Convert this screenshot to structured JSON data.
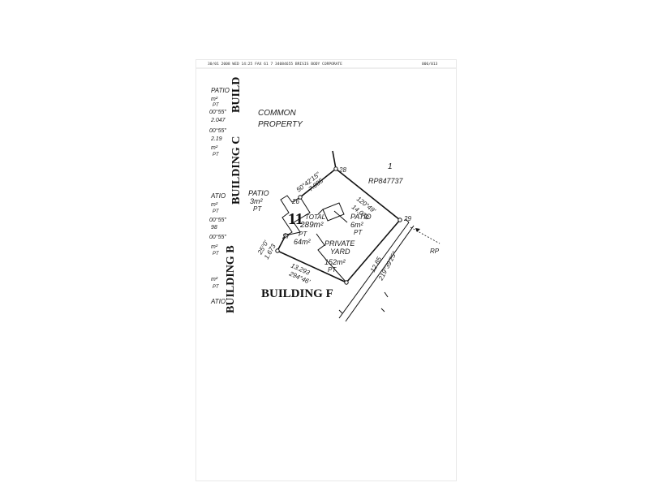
{
  "fax_header": {
    "left": "30/01 2008 WED 14:25  FAX 61 7 34084655 BRISIS BODY CORPORATE",
    "right": "006/013"
  },
  "labels": {
    "common_property": [
      "COMMON",
      "PROPERTY"
    ],
    "building_f": "BUILDING F",
    "building_c": "BUILDING C",
    "building_b": "BUILDING B",
    "build": "BUILD",
    "rp_number": "RP847737",
    "rp_partial": "RP",
    "lot_number": "11",
    "lot_one": "1",
    "total_label": "TOTAL",
    "total_area": "289m²",
    "pt_area": "64m²",
    "pt": "PT",
    "private_yard_lines": [
      "PRIVATE",
      "YARD"
    ],
    "private_yard_area": "152m²",
    "patio_left_label": "PATIO",
    "patio_left_area": "3m²",
    "patio_right_label": "PATIO",
    "patio_right_area": "6m²"
  },
  "points": [
    "26",
    "27",
    "28",
    "29"
  ],
  "dimensions": {
    "bearing_top": "50°42'15\"",
    "dist_top": "7.085",
    "bearing_right": "120°49'",
    "dist_right": "14.076",
    "dist_right_low": "12.85",
    "bearing_right_low": "219°39'25\"",
    "dist_bottom": "13.293",
    "bearing_bottom": "294°46'",
    "bearing_left": "25°0'",
    "dist_left": "1.673"
  },
  "left_margin": [
    "PATIO",
    "m²",
    "PT",
    "00°55\"",
    "2.047",
    "00°55\"",
    "2.19",
    "m²",
    "PT",
    "ATIO",
    "m²",
    "PT",
    "00°55\"",
    "98",
    "00°55\"",
    "m²",
    "PT",
    "m²",
    "PT",
    "ATIO"
  ]
}
